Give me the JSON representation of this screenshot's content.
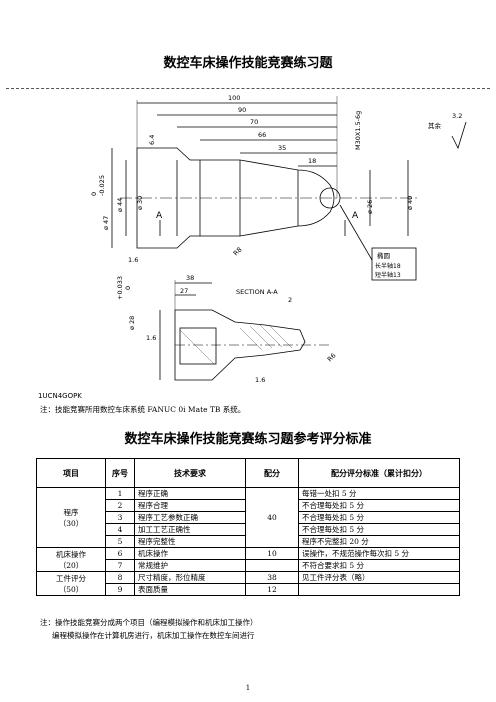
{
  "title1": "数控车床操作技能竞赛练习题",
  "drawing": {
    "dims_top": [
      "100",
      "90",
      "70",
      "66",
      "35",
      "18"
    ],
    "thread": "M30X1.5-6g",
    "roughness_prefix": "其余",
    "roughness_value": "3.2",
    "left_dims": [
      "ø 47",
      "0",
      "-0.025",
      "ø 44",
      "ø 30"
    ],
    "chamfer_left": "6.4",
    "chamfer_small": "1.6",
    "section_mark": "A",
    "right_dims": [
      "ø 26",
      "ø 40"
    ],
    "radius_right": "R8",
    "callout": [
      "椭圆",
      "长半轴18",
      "短半轴13"
    ],
    "lower_dims": [
      "38",
      "27",
      "2"
    ],
    "section_label": "SECTION A-A",
    "lower_left_dims": [
      "ø 28",
      "+0.033",
      "0",
      "1.6"
    ],
    "lower_radius": "R6",
    "lower_roughness": "1.6",
    "cut_text": "1UCN4GOPK"
  },
  "note1": "注：技能竞赛所用数控车床系统 FANUC 0i Mate TB 系统。",
  "title2": "数控车床操作技能竞赛练习题参考评分标准",
  "table": {
    "headers": [
      "项目",
      "序号",
      "技术要求",
      "配分",
      "配分评分标准（累计扣分）"
    ],
    "groups": [
      {
        "project": "程序",
        "score_share": "（30）",
        "points": "40",
        "rows": [
          {
            "no": "1",
            "req": "程序正确",
            "std": "每错一处扣 5 分"
          },
          {
            "no": "2",
            "req": "程序合理",
            "std": "不合理每处扣 5 分"
          },
          {
            "no": "3",
            "req": "程序工艺参数正确",
            "std": "不合理每处扣 5 分"
          },
          {
            "no": "4",
            "req": "加工工艺正确性",
            "std": "不合理每处扣 5 分"
          },
          {
            "no": "5",
            "req": "程序完整性",
            "std": "程序不完整扣 20 分"
          }
        ]
      },
      {
        "project": "机床操作",
        "score_share": "（20）",
        "points": "10",
        "rows": [
          {
            "no": "6",
            "req": "机床操作",
            "std": "误操作，不规范操作每次扣 5 分"
          },
          {
            "no": "7",
            "req": "常规维护",
            "std": "不符合要求扣 5 分"
          }
        ]
      },
      {
        "project": "工件评分",
        "score_share": "（50）",
        "rows": [
          {
            "no": "8",
            "req": "尺寸精度，形位精度",
            "points": "38",
            "std": "见工件评分表（略）"
          },
          {
            "no": "9",
            "req": "表面质量",
            "points": "12",
            "std": ""
          }
        ]
      }
    ]
  },
  "note2_line1": "注：操作技能竞赛分成两个项目（编程模拟操作和机床加工操作）",
  "note2_line2": "编程模拟操作在计算机房进行，机床加工操作在数控车间进行",
  "page_number": "1"
}
